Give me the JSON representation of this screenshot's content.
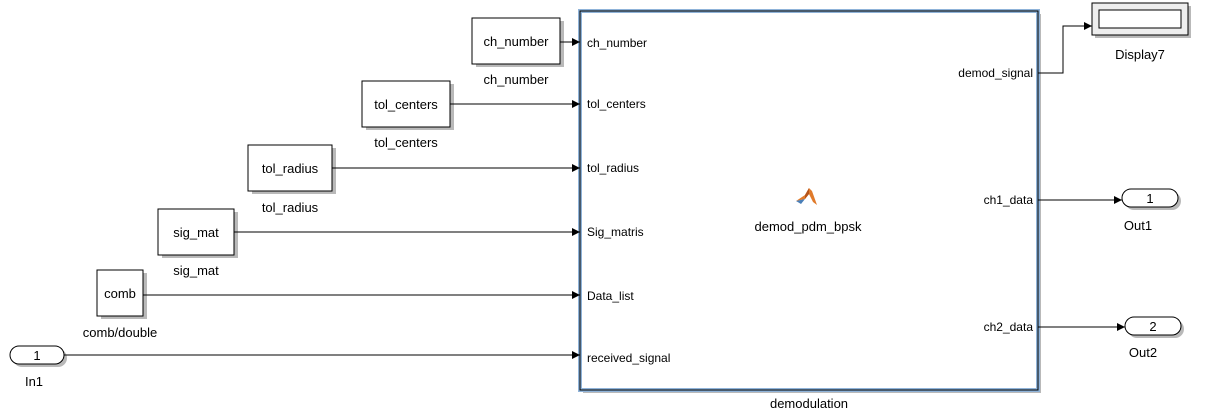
{
  "constants": [
    {
      "id": "ch_number",
      "value": "ch_number",
      "caption": "ch_number"
    },
    {
      "id": "tol_centers",
      "value": "tol_centers",
      "caption": "tol_centers"
    },
    {
      "id": "tol_radius",
      "value": "tol_radius",
      "caption": "tol_radius"
    },
    {
      "id": "sig_mat",
      "value": "sig_mat",
      "caption": "sig_mat"
    },
    {
      "id": "comb",
      "value": "comb",
      "caption": "comb/double"
    }
  ],
  "inport": {
    "number": "1",
    "caption": "In1"
  },
  "subsystem": {
    "caption": "demodulation",
    "function_name": "demod_pdm_bpsk",
    "inputs": [
      "ch_number",
      "tol_centers",
      "tol_radius",
      "Sig_matris",
      "Data_list",
      "received_signal"
    ],
    "outputs": [
      "demod_signal",
      "ch1_data",
      "ch2_data"
    ],
    "icon": "matlab-function-icon"
  },
  "display": {
    "caption": "Display7",
    "value": ""
  },
  "outports": [
    {
      "number": "1",
      "caption": "Out1"
    },
    {
      "number": "2",
      "caption": "Out2"
    }
  ],
  "colors": {
    "subsystem_border": "#8fb3d9",
    "matlab_logo": "#e07a2a"
  }
}
